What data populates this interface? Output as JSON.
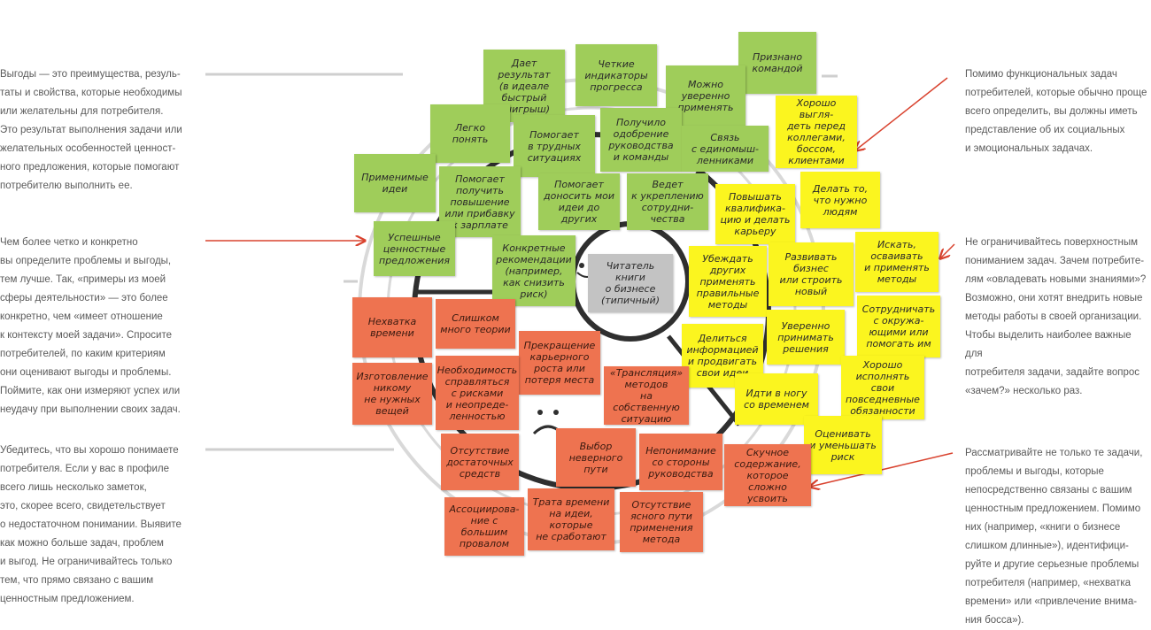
{
  "colors": {
    "gains": "#9fcd5a",
    "jobs": "#fbf51f",
    "pains": "#ee7350",
    "customer": "#c3c3c3",
    "line": "#d8d8d8",
    "arrow": "#d9432f"
  },
  "annotations": {
    "gains_def": "Выгоды — это преимущества, резуль-\nтаты и свойства, которые необходимы\nили желательны для потребителя.\nЭто результат выполнения задачи или\nжелательных особенностей ценност-\nного предложения, которые помогают\nпотребителю выполнить ее.",
    "specific": "Чем более четко и конкретно\nвы определите проблемы и выгоды,\nтем лучше. Так, «примеры из моей\nсферы деятельности» — это более\nконкретно, чем «имеет отношение\nк контексту моей задачи». Спросите\nпотребителей, по каким критериям\nони оценивают выгоды и проблемы.\nПоймите, как они измеряют успех или\nнеудачу при выполнении своих задач.",
    "understand": "Убедитесь, что вы хорошо понимаете\nпотребителя. Если у вас в профиле\nвсего лишь несколько заметок,\nэто, скорее всего, свидетельствует\nо недостаточном понимании. Выявите\nкак можно больше задач, проблем\nи выгод. Не ограничивайтесь только\nтем, что прямо связано с вашим\nценностным предложением.",
    "social": "Помимо функциональных задач\nпотребителей, которые обычно проще\nвсего определить, вы должны иметь\nпредставление об их социальных\nи эмоциональных задачах.",
    "why": "Не ограничивайтесь поверхностным\nпониманием задач. Зачем потребите-\nлям «овладевать новыми знаниями»?\nВозможно, они хотят внедрить новые\nметоды работы в своей организации.\nЧтобы выделить наиболее важные для\nпотребителя задачи, задайте вопрос\n«зачем?» несколько раз.",
    "beyond": "Рассматривайте не только те задачи,\nпроблемы и выгоды, которые\nнепосредственно связаны с вашим\nценностным предложением. Помимо\nних (например, «книги о бизнесе\nслишком длинные»), идентифици-\nруйте и другие серьезные проблемы\nпотребителя (например, «нехватка\nвремени» или «привлечение внима-\nния босса»)."
  },
  "customer": {
    "label": "Читатель\nкниги\nо бизнесе\n(типичный)"
  },
  "gains": [
    "Дает\nрезультат\n(в идеале\nбыстрый\nвыигрыш)",
    "Четкие\nиндикаторы\nпрогресса",
    "Признано\nкомандой",
    "Можно\nуверенно\nприменять",
    "Легко\nпонять",
    "Помогает\nв трудных\nситуациях",
    "Получило\nодобрение\nруководства\nи команды",
    "Связь\nс единомыш-\nленниками",
    "Применимые\nидеи",
    "Помогает\nполучить\nповышение\nили прибавку\nк зарплате",
    "Помогает\nдоносить мои\nидеи до других",
    "Ведет\nк укреплению\nсотрудни-\nчества",
    "Успешные\nценностные\nпредложения",
    "Конкретные\nрекомендации\n(например,\nкак снизить\nриск)"
  ],
  "jobs": [
    "Хорошо выгля-\nдеть перед\nколлегами,\nбоссом,\nклиентами",
    "Повышать\nквалифика-\nцию и делать\nкарьеру",
    "Делать то,\nчто нужно\nлюдям",
    "Убеждать\nдругих\nприменять\nправильные\nметоды",
    "Развивать\nбизнес\nили строить\nновый",
    "Искать,\nосваивать\nи применять\nметоды",
    "Сотрудничать\nс окружа-\nющими или\nпомогать им",
    "Уверенно\nпринимать\nрешения",
    "Делиться\nинформацией\nи продвигать\nсвои идеи",
    "Хорошо\nисполнять свои\nповседневные\nобязанности",
    "Идти в ногу\nсо временем",
    "Оценивать\nи уменьшать\nриск"
  ],
  "pains": [
    "Нехватка\nвремени",
    "Слишком\nмного теории",
    "Прекращение\nкарьерного\nроста или\nпотеря места",
    "Изготовление\nникому\nне нужных\nвещей",
    "Необходимость\nсправляться\nс рисками\nи неопреде-\nленностью",
    "«Трансляция»\nметодов\nна собственную\nситуацию",
    "Отсутствие\nдостаточных\nсредств",
    "Выбор\nневерного\nпути",
    "Непонимание\nсо стороны\nруководства",
    "Скучное\nсодержание,\nкоторое\nсложно усвоить",
    "Ассоциирова-\nние с большим\nпровалом",
    "Трата времени\nна идеи,\nкоторые\nне сработают",
    "Отсутствие\nясного пути\nприменения\nметода"
  ]
}
